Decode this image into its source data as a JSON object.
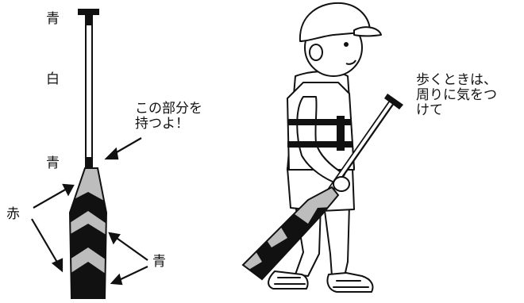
{
  "paddle_labels": {
    "top_blue": "青",
    "white": "白",
    "lower_blue": "青",
    "red": "赤",
    "bottom_blue": "青"
  },
  "grip_note": [
    "この部分を",
    "持つよ！"
  ],
  "walking_note": [
    "歩くときは、",
    "周りに気をつ",
    "けて"
  ],
  "colors": {
    "outline": "#111111",
    "blue_band": "#1a1a1a",
    "red_band": "#bdbdbd",
    "white_band": "#ffffff"
  }
}
